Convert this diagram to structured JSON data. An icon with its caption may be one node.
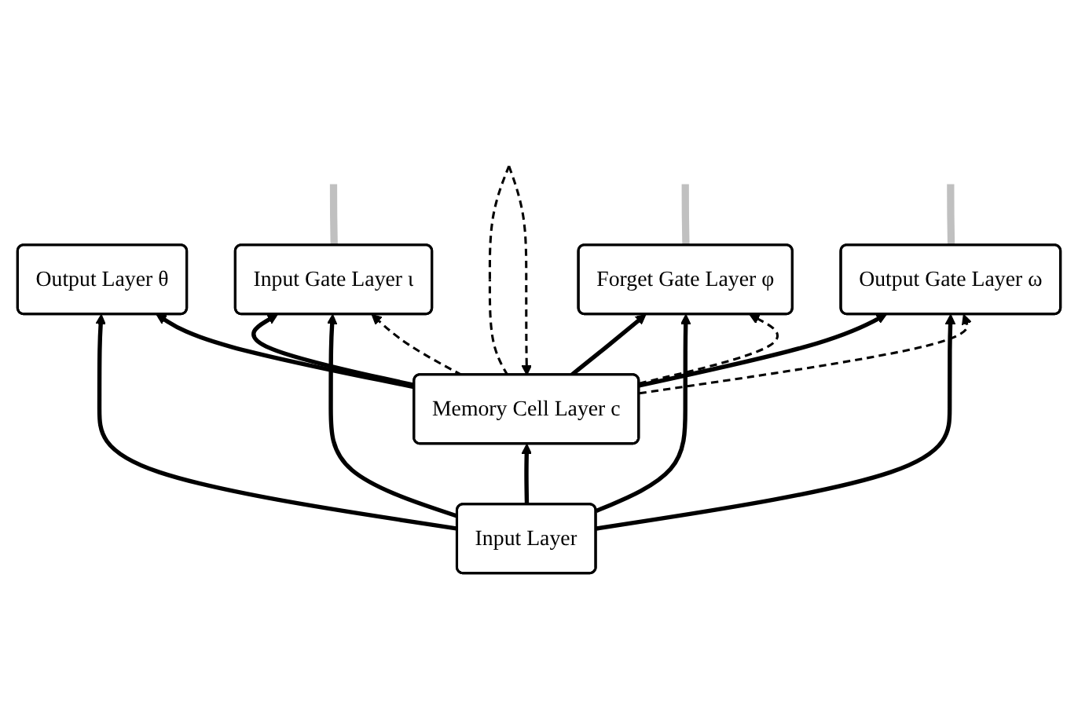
{
  "diagram": {
    "nodes": [
      {
        "text": [
          "Output Layer θ"
        ]
      },
      {
        "text": [
          "Output Gate Layer ω"
        ]
      },
      {
        "text": [
          "Memory Cell Layer c"
        ]
      },
      {
        "text": [
          "Forget Gate Layer φ"
        ]
      },
      {
        "text": [
          "Input Gate Layer ι"
        ]
      },
      {
        "text": [
          "Input Layer"
        ]
      }
    ],
    "edges": [
      {
        "from": 5,
        "to": 0,
        "arrow": "to"
      },
      {
        "from": 5,
        "to": 2,
        "arrow": "to"
      },
      {
        "from": 2,
        "to": 0,
        "arrow": "to"
      },
      {
        "from": 2,
        "to": 1,
        "arrow": "to"
      },
      {
        "from": 2,
        "to": 3,
        "arrow": "to"
      },
      {
        "from": 2,
        "to": 4,
        "arrow": "to"
      },
      {
        "from": 5,
        "to": 4,
        "arrow": "to"
      },
      {
        "from": 5,
        "to": 3,
        "arrow": "to"
      },
      {
        "from": 5,
        "to": 1,
        "arrow": "to"
      },
      {
        "from": 2,
        "to": 1,
        "arrow": "to",
        "style": "dashed"
      },
      {
        "from": 2,
        "to": 2,
        "arrow": "to",
        "style": "dashed"
      },
      {
        "from": 2,
        "to": 3,
        "arrow": "to",
        "style": "dashed"
      },
      {
        "from": 2,
        "to": 4,
        "arrow": "to",
        "style": "dashed"
      },
      {
        "from": 1,
        "to": null,
        "arrow": "none",
        "color": "#c0c0c0"
      },
      {
        "from": 3,
        "to": null,
        "arrow": "none",
        "color": "#c0c0c0"
      },
      {
        "from": 4,
        "to": null,
        "arrow": "none",
        "color": "#c0c0c0"
      }
    ]
  }
}
